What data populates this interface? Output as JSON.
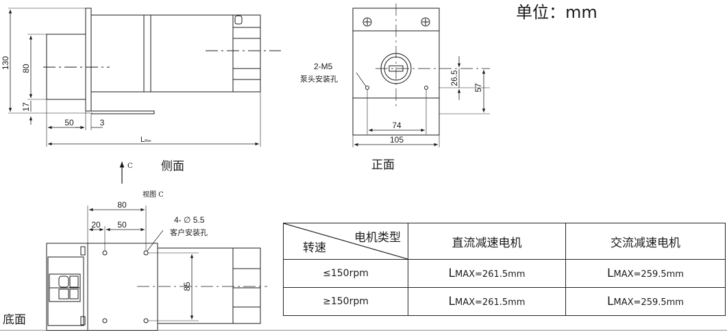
{
  "unit_label": "单位：mm",
  "side_view": {
    "title": "侧面",
    "dims": {
      "height_total": "130",
      "height_80": "80",
      "height_17": "17",
      "len_50": "50",
      "len_3": "3",
      "len_lmax_L": "L",
      "len_lmax_sub": "Max"
    },
    "view_arrow_label": "C"
  },
  "front_view": {
    "title": "正面",
    "hole_callout": "2-M5",
    "hole_desc": "泵头安装孔",
    "dims": {
      "d_26_5": "26.5",
      "d_57": "57",
      "d_74": "74",
      "d_105": "105"
    }
  },
  "bottom_view": {
    "caption": "视图 C",
    "title": "底面",
    "hole_callout": "4- ∅ 5.5",
    "hole_desc": "客户安装孔",
    "dims": {
      "d_80": "80",
      "d_20": "20",
      "d_50": "50",
      "d_85": "85"
    }
  },
  "table": {
    "header": {
      "motor_type": "电机类型",
      "speed": "转速",
      "dc": "直流减速电机",
      "ac": "交流减速电机"
    },
    "rows": [
      {
        "speed": "≤150rpm",
        "dc_L": "L",
        "dc_val": "MAX=261.5mm",
        "ac_L": "L",
        "ac_val": "MAX=259.5mm"
      },
      {
        "speed": "≥150rpm",
        "dc_L": "L",
        "dc_val": "MAX=261.5mm",
        "ac_L": "L",
        "ac_val": "MAX=259.5mm"
      }
    ]
  }
}
